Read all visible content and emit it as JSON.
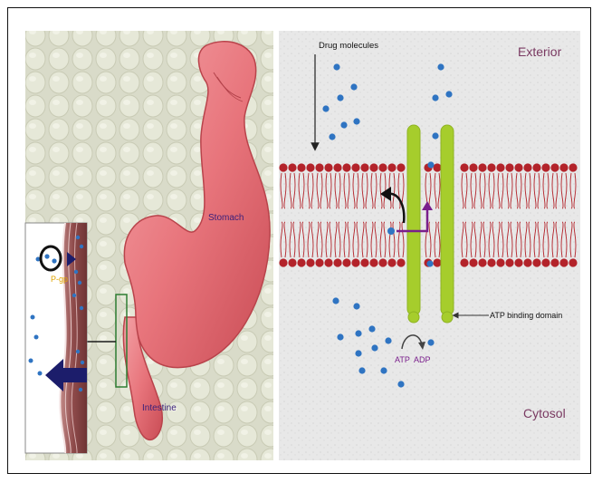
{
  "left_panel": {
    "stomach_label": "Stomach",
    "intestine_label": "Intestine",
    "pgp_label": "P-gp"
  },
  "right_panel": {
    "drug_label": "Drug molecules",
    "exterior_label": "Exterior",
    "cytosol_label": "Cytosol",
    "atp_label": "ATP",
    "adp_label": "ADP",
    "atp_domain_label": "ATP binding domain"
  },
  "colors": {
    "membrane_red": "#b3232a",
    "transporter_green": "#a6cd2c",
    "drug_blue": "#2f74c2",
    "stomach_pink": "#e87a80",
    "arrow_navy": "#1c1d6b",
    "signal_purple": "#7a1f8c"
  }
}
